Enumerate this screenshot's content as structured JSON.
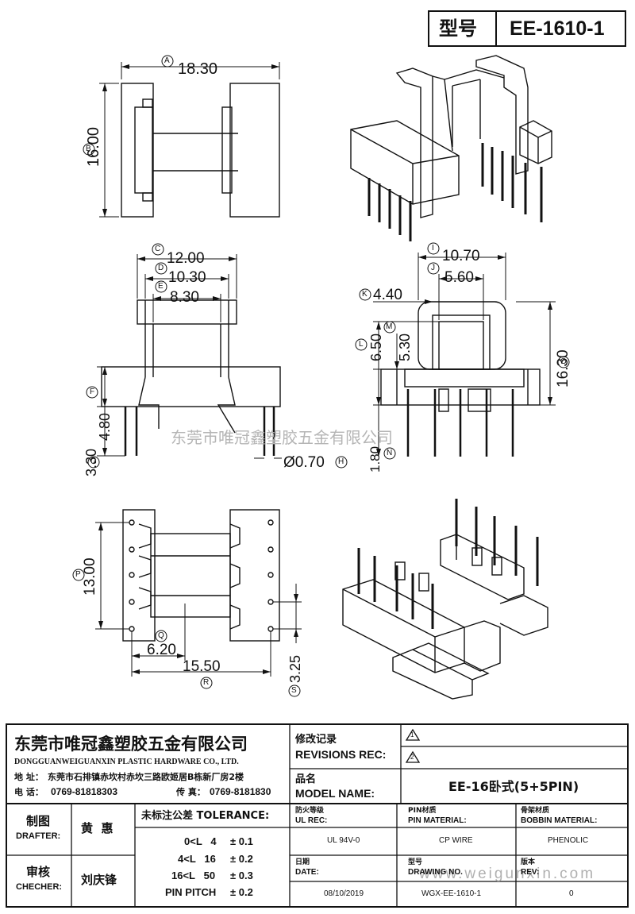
{
  "header": {
    "type_label": "型号",
    "model_code": "EE-1610-1"
  },
  "dimensions": {
    "A": {
      "letter": "A",
      "value": "18.30"
    },
    "B": {
      "letter": "B",
      "value": "16.00"
    },
    "C": {
      "letter": "C",
      "value": "12.00"
    },
    "D": {
      "letter": "D",
      "value": "10.30"
    },
    "E": {
      "letter": "E",
      "value": "8.30"
    },
    "F": {
      "letter": "F",
      "value": "4.80"
    },
    "G": {
      "letter": "G",
      "value": "3.30"
    },
    "H": {
      "letter": "H",
      "value": "Ø0.70"
    },
    "I": {
      "letter": "I",
      "value": "10.70"
    },
    "J": {
      "letter": "J",
      "value": "5.60"
    },
    "K": {
      "letter": "K",
      "value": "4.40"
    },
    "L": {
      "letter": "L",
      "value": "6.50"
    },
    "M": {
      "letter": "M",
      "value": "5.30"
    },
    "N": {
      "letter": "N",
      "value": "1.80"
    },
    "O": {
      "letter": "O",
      "value": "16.30"
    },
    "P": {
      "letter": "P",
      "value": "13.00"
    },
    "Q": {
      "letter": "Q",
      "value": "6.20"
    },
    "R": {
      "letter": "R",
      "value": "15.50"
    },
    "S": {
      "letter": "S",
      "value": "3.25"
    }
  },
  "watermark": {
    "center": "东莞市唯冠鑫塑胶五金有限公司",
    "bottom": "www.weigunxin.com"
  },
  "company": {
    "name_cn": "东莞市唯冠鑫塑胶五金有限公司",
    "name_en": "DONGGUANWEIGUANXIN PLASTIC HARDWARE CO., LTD.",
    "address_label": "地 址：",
    "address": "东莞市石排镇赤坎村赤坎三路欧姬居B栋新厂房2楼",
    "phone_label": "电 话：",
    "phone": "0769-81818303",
    "fax_label": "传 真：",
    "fax": "0769-8181830"
  },
  "revisions": {
    "label_cn": "修改记录",
    "label_en": "REVISIONS REC:",
    "mark1": "1",
    "mark2": "2"
  },
  "model_name": {
    "label_cn": "品名",
    "label_en": "MODEL NAME:",
    "value": "EE-16卧式(5+5PIN)"
  },
  "drafter": {
    "label_cn": "制图",
    "label_en": "DRAFTER:",
    "name": "黄  惠"
  },
  "checker": {
    "label_cn": "审核",
    "label_en": "CHECHER:",
    "name": "刘庆锋"
  },
  "tolerance": {
    "label": "未标注公差 TOLERANCE:",
    "rows": [
      {
        "range": "0<L   4",
        "value": "± 0.1"
      },
      {
        "range": "4<L   16",
        "value": "± 0.2"
      },
      {
        "range": "16<L   50",
        "value": "± 0.3"
      },
      {
        "range": "PIN PITCH",
        "value": "± 0.2"
      }
    ]
  },
  "specs": {
    "ul_label_cn": "防火等级",
    "ul_label_en": "UL REC:",
    "ul_value": "UL 94V-0",
    "pin_label_cn": "PIN材质",
    "pin_label_en": "PIN MATERIAL:",
    "pin_value": "CP WIRE",
    "bobbin_label_cn": "骨架材质",
    "bobbin_label_en": "BOBBIN MATERIAL:",
    "bobbin_value": "PHENOLIC",
    "date_label_cn": "日期",
    "date_label_en": "DATE:",
    "date_value": "08/10/2019",
    "drawing_label_cn": "型号",
    "drawing_label_en": "DRAWING NO.",
    "drawing_value": "WGX-EE-1610-1",
    "rev_label_cn": "版本",
    "rev_label_en": "REV:",
    "rev_value": "0"
  }
}
